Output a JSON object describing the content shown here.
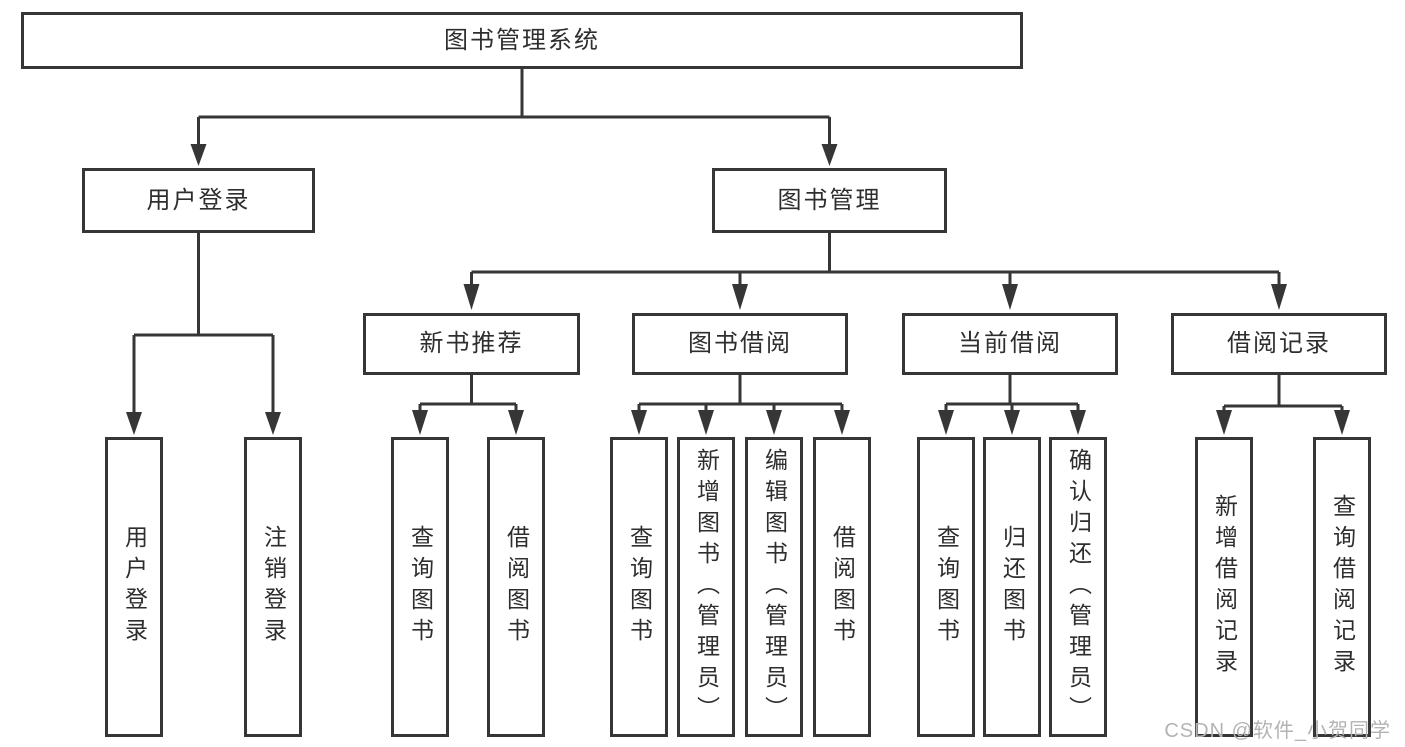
{
  "diagram": {
    "root": "图书管理系统",
    "branches": [
      {
        "label": "用户登录",
        "leaves": [
          "用户登录",
          "注销登录"
        ]
      },
      {
        "label": "图书管理",
        "groups": [
          {
            "label": "新书推荐",
            "leaves": [
              "查询图书",
              "借阅图书"
            ]
          },
          {
            "label": "图书借阅",
            "leaves": [
              "查询图书",
              "新增图书（管理员）",
              "编辑图书（管理员）",
              "借阅图书"
            ]
          },
          {
            "label": "当前借阅",
            "leaves": [
              "查询图书",
              "归还图书",
              "确认归还（管理员）"
            ]
          },
          {
            "label": "借阅记录",
            "leaves": [
              "新增借阅记录",
              "查询借阅记录"
            ]
          }
        ]
      }
    ]
  },
  "watermark": {
    "text": "CSDN @软件_小贺同学"
  },
  "colors": {
    "line": "#363636",
    "box_border": "#363636",
    "text": "#2e2e2e",
    "watermark": "#b3b3b3",
    "background": "#ffffff"
  }
}
